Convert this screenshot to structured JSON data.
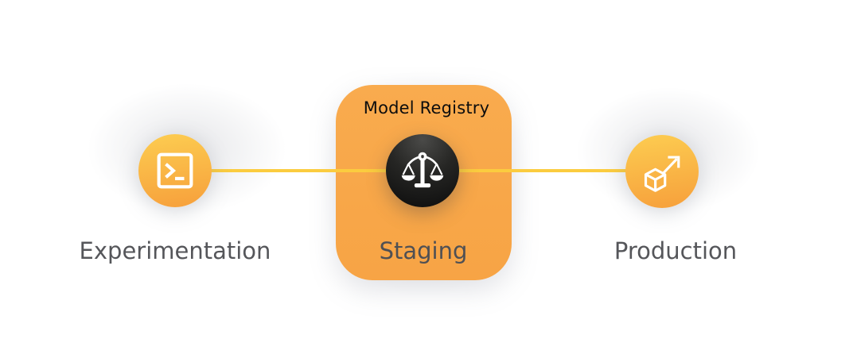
{
  "diagram": {
    "registry": {
      "title": "Model Registry"
    },
    "stages": [
      {
        "id": "experimentation",
        "label": "Experimentation",
        "icon": "terminal-icon"
      },
      {
        "id": "staging",
        "label": "Staging",
        "icon": "scales-icon"
      },
      {
        "id": "production",
        "label": "Production",
        "icon": "cube-arrow-icon"
      }
    ],
    "connector": {
      "from": "experimentation",
      "to": "production"
    }
  },
  "colors": {
    "background": "#FFFFFF",
    "node_gradient_top": "#FCC94F",
    "node_gradient_bottom": "#F7A33D",
    "registry_card": "#F8A84A",
    "connector_line": "#FBCC3F",
    "dark_circle_top": "#4A4A48",
    "dark_circle_bottom": "#0C0C0C",
    "label_text": "#55565A",
    "title_text": "#0D0D0D",
    "icon_stroke": "#FFFFFF"
  }
}
